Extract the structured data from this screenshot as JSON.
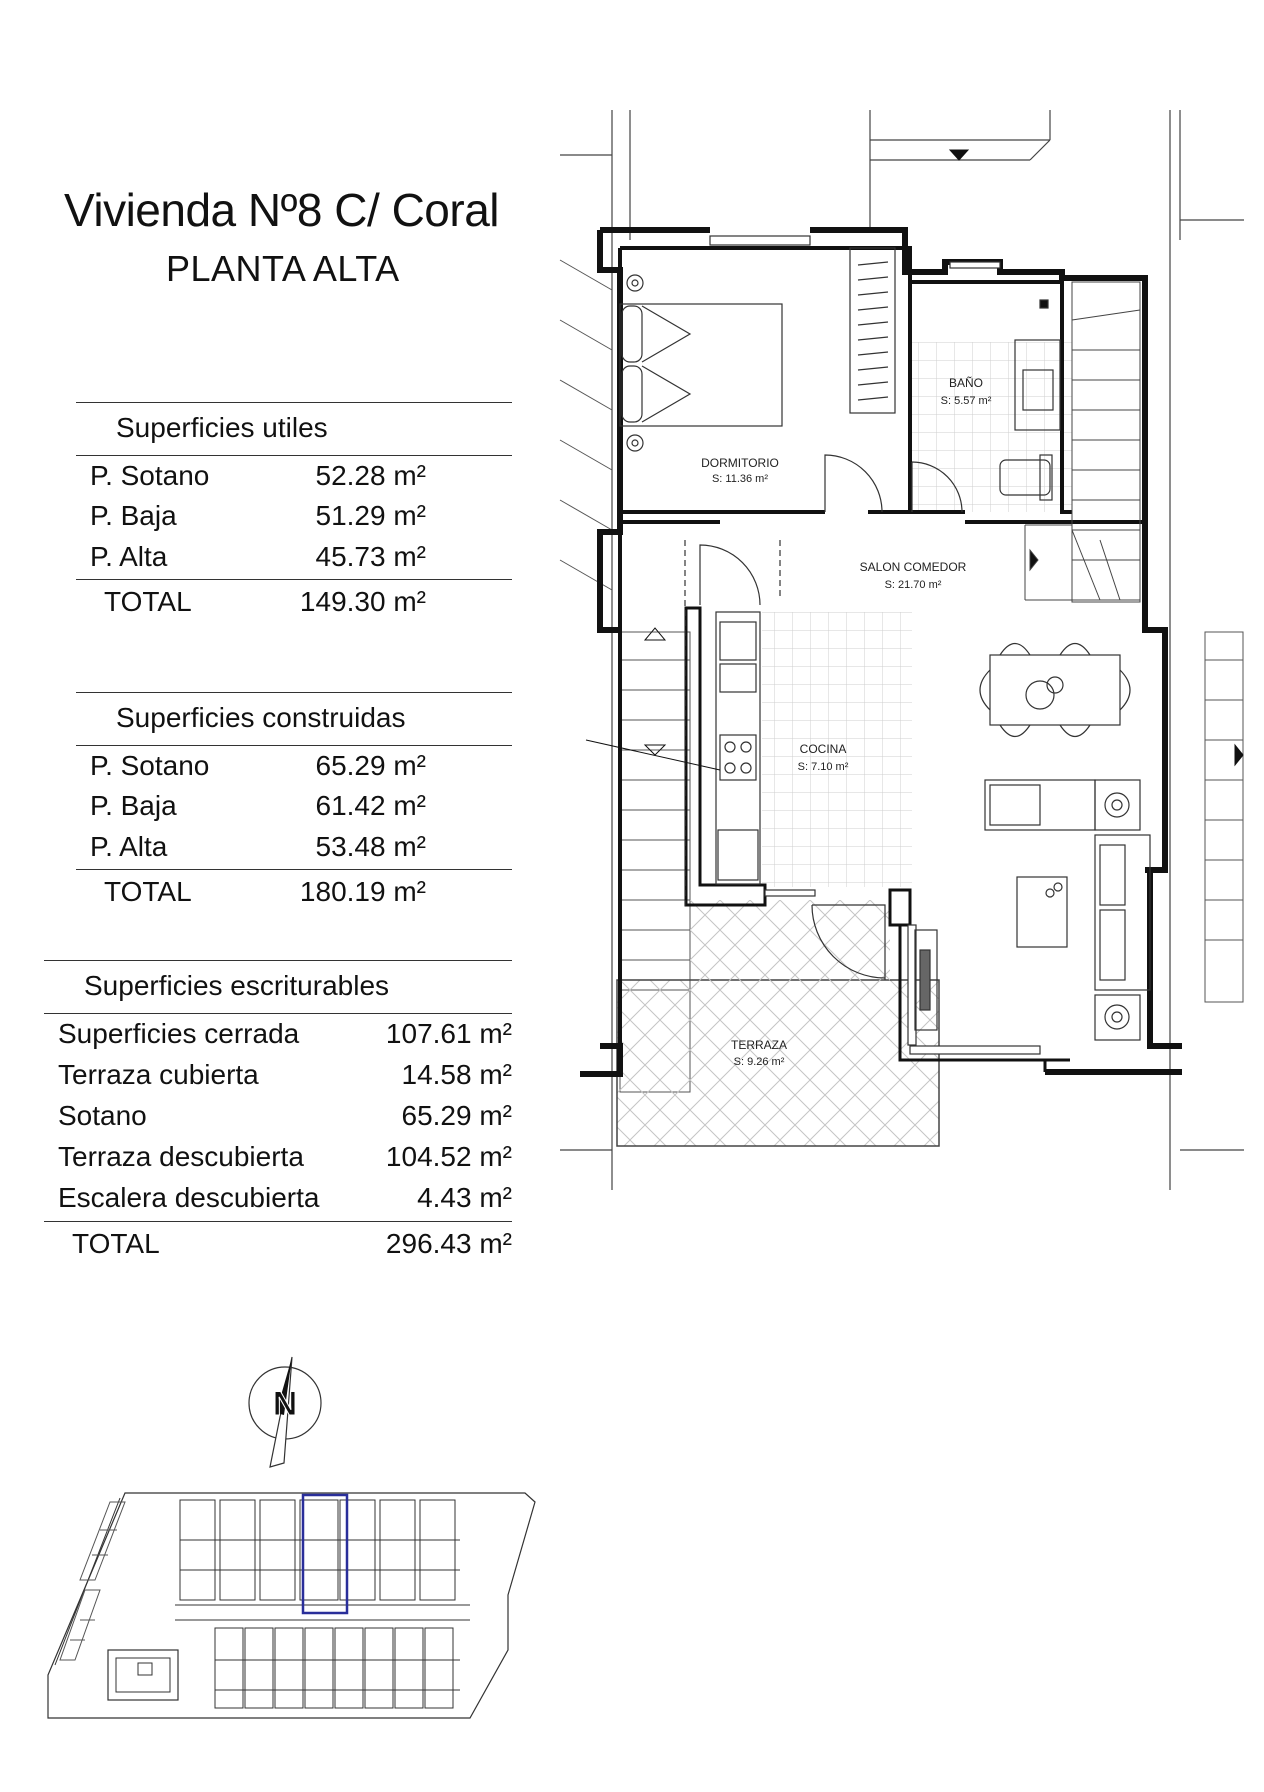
{
  "header": {
    "title": "Vivienda Nº8 C/ Coral",
    "subtitle": "PLANTA ALTA"
  },
  "tables": {
    "utiles": {
      "heading": "Superficies utiles",
      "rows": [
        {
          "label": "P. Sotano",
          "value": "52.28 m²"
        },
        {
          "label": "P. Baja",
          "value": "51.29 m²"
        },
        {
          "label": "P. Alta",
          "value": "45.73 m²"
        }
      ],
      "total": {
        "label": "TOTAL",
        "value": "149.30 m²"
      }
    },
    "construidas": {
      "heading": "Superficies construidas",
      "rows": [
        {
          "label": "P. Sotano",
          "value": "65.29 m²"
        },
        {
          "label": "P. Baja",
          "value": "61.42 m²"
        },
        {
          "label": "P. Alta",
          "value": "53.48 m²"
        }
      ],
      "total": {
        "label": "TOTAL",
        "value": "180.19 m²"
      }
    },
    "escriturables": {
      "heading": "Superficies escriturables",
      "rows": [
        {
          "label": "Superficies cerrada",
          "value": "107.61 m²"
        },
        {
          "label": "Terraza cubierta",
          "value": "14.58 m²"
        },
        {
          "label": "Sotano",
          "value": "65.29 m²"
        },
        {
          "label": "Terraza descubierta",
          "value": "104.52 m²"
        },
        {
          "label": "Escalera descubierta",
          "value": "4.43 m²"
        }
      ],
      "total": {
        "label": "TOTAL",
        "value": "296.43 m²"
      }
    }
  },
  "floorplan": {
    "rooms": {
      "dormitorio": {
        "name": "DORMITORIO",
        "area": "S: 11.36 m²"
      },
      "bano": {
        "name": "BAÑO",
        "area": "S: 5.57 m²"
      },
      "salon": {
        "name": "SALON COMEDOR",
        "area": "S: 21.70 m²"
      },
      "cocina": {
        "name": "COCINA",
        "area": "S: 7.10 m²"
      },
      "terraza": {
        "name": "TERRAZA",
        "area": "S: 9.26 m²"
      }
    }
  },
  "compass": {
    "letter": "N"
  },
  "colors": {
    "ink": "#111111",
    "highlight": "#2a2f9a",
    "hatch": "#bdbdbd"
  }
}
